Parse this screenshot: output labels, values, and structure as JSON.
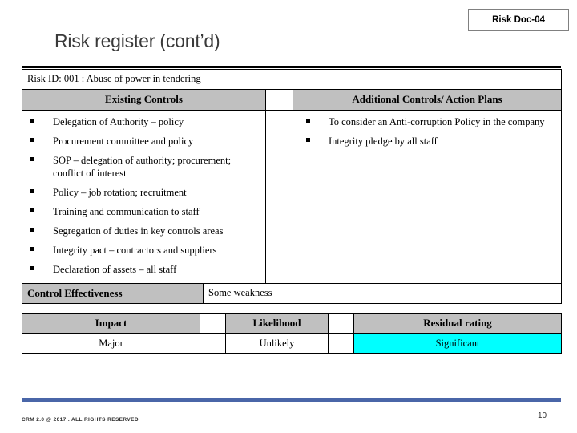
{
  "doc_badge": {
    "label": "Risk Doc-04"
  },
  "slide": {
    "title": "Risk register (cont’d)"
  },
  "risk_table": {
    "risk_id_line": "Risk ID: 001 : Abuse of power in tendering",
    "headers": {
      "existing_controls": "Existing Controls",
      "gap": "",
      "additional_controls": "Additional Controls/ Action Plans"
    },
    "existing_controls": [
      "Delegation of Authority – policy",
      "Procurement committee and policy",
      "SOP – delegation of authority; procurement; conflict of interest",
      "Policy – job rotation; recruitment",
      "Training and communication to staff",
      "Segregation of duties in key controls areas",
      "Integrity pact – contractors and suppliers",
      "Declaration of assets – all staff"
    ],
    "additional_controls": [
      "To consider an Anti-corruption Policy in the company",
      "Integrity pledge by all staff"
    ]
  },
  "control_effectiveness": {
    "label": "Control Effectiveness",
    "value": "Some weakness"
  },
  "rating_table": {
    "headers": {
      "impact": "Impact",
      "likelihood": "Likelihood",
      "residual_rating": "Residual rating"
    },
    "values": {
      "impact": "Major",
      "likelihood": "Unlikely",
      "residual_rating": "Significant"
    }
  },
  "footer": {
    "copyright": "CRM 2.0 @ 2017 .  ALL RIGHTS RESERVED",
    "page_number": "10"
  },
  "colors": {
    "header_gray": "#c0c0c0",
    "residual_highlight": "#00ffff",
    "footer_bar": "#4a66a8",
    "title_text": "#3a3a3a"
  }
}
